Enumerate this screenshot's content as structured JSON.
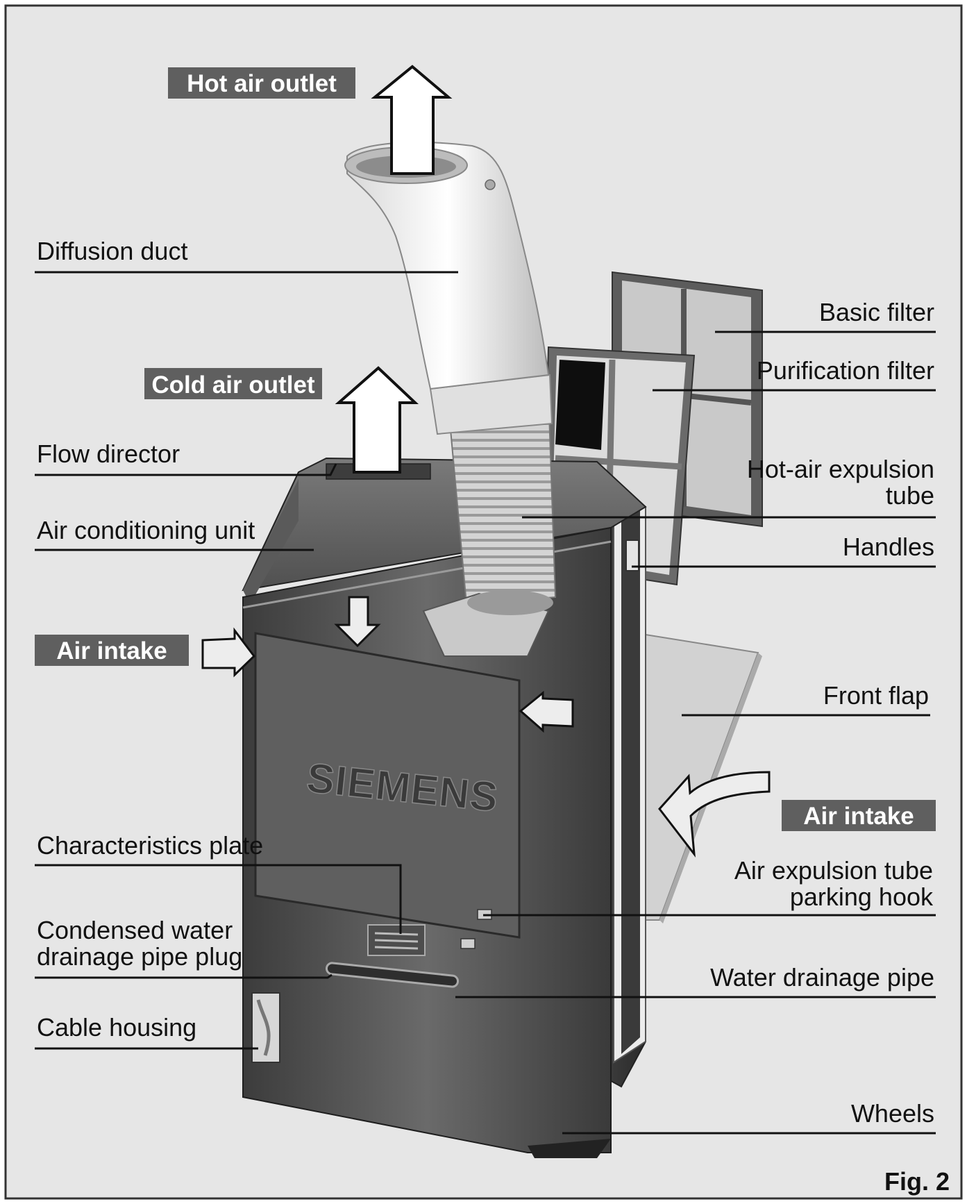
{
  "figure": {
    "caption": "Fig. 2",
    "brand": "SIEMENS"
  },
  "callouts": {
    "hot_air_outlet": "Hot air outlet",
    "cold_air_outlet": "Cold air outlet",
    "air_intake_left": "Air intake",
    "air_intake_right": "Air intake"
  },
  "labels": {
    "diffusion_duct": "Diffusion duct",
    "flow_director": "Flow director",
    "air_conditioning_unit": "Air conditioning unit",
    "characteristics_plate": "Characteristics plate",
    "condensed_water_line1": "Condensed water",
    "condensed_water_line2": "drainage pipe plug",
    "cable_housing": "Cable housing",
    "basic_filter": "Basic filter",
    "purification_filter": "Purification filter",
    "hot_air_expulsion_line1": "Hot-air expulsion",
    "hot_air_expulsion_line2": "tube",
    "handles": "Handles",
    "front_flap": "Front flap",
    "parking_hook_line1": "Air expulsion tube",
    "parking_hook_line2": "parking hook",
    "water_drainage_pipe": "Water drainage pipe",
    "wheels": "Wheels"
  },
  "colors": {
    "panel": "#e6e6e6",
    "border": "#333333",
    "callout_bg": "#5f5f5f",
    "unit_dark": "#4a4a4a"
  }
}
